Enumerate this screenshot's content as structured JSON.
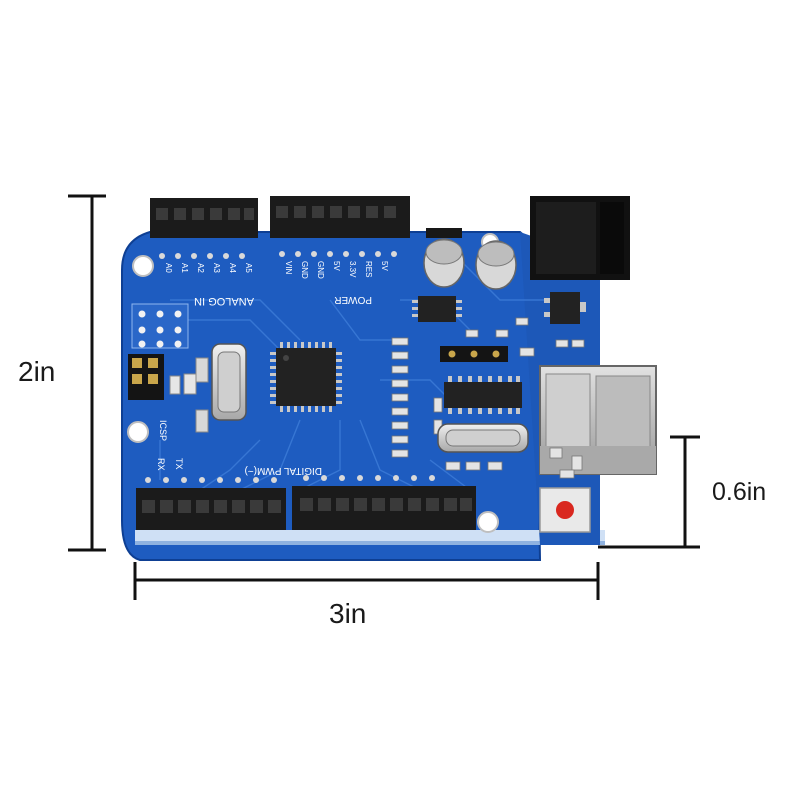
{
  "dimensions": {
    "height_label": "2in",
    "width_label": "3in",
    "usb_height_label": "0.6in"
  },
  "board": {
    "color": "#1f5fc2",
    "silkscreen": {
      "analog_header": "ANALOG IN",
      "power_header": "POWER",
      "digital_header": "DIGITAL PWM(~)",
      "icsp": "ICSP",
      "rx": "RX",
      "tx": "TX",
      "analog_pins": [
        "A0",
        "A1",
        "A2",
        "A3",
        "A4",
        "A5"
      ],
      "power_pins": [
        "5V",
        "RES",
        "3.3V",
        "5V",
        "GND",
        "GND",
        "VIN"
      ]
    }
  }
}
